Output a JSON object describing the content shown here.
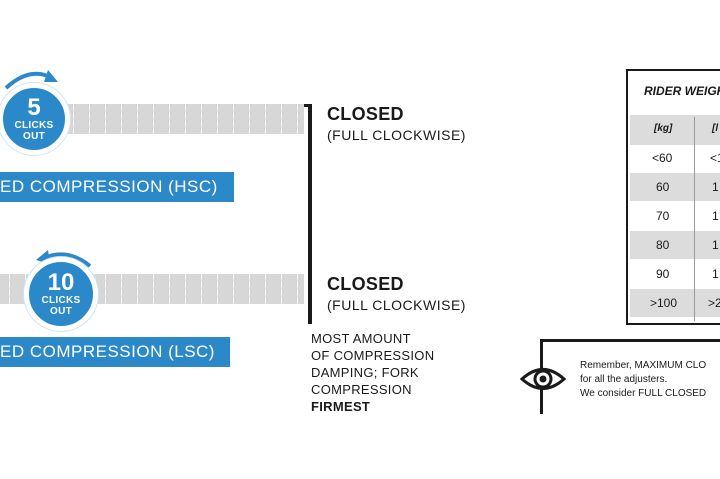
{
  "hsc": {
    "clicks": "5",
    "clicks_label_1": "CLICKS",
    "clicks_label_2": "OUT",
    "bar_label": "ED COMPRESSION (HSC)",
    "closed_title": "CLOSED",
    "closed_sub": "(FULL CLOCKWISE)"
  },
  "lsc": {
    "clicks": "10",
    "clicks_label_1": "CLICKS",
    "clicks_label_2": "OUT",
    "bar_label": "ED COMPRESSION (LSC)",
    "closed_title": "CLOSED",
    "closed_sub": "(FULL CLOCKWISE)"
  },
  "description": {
    "line1": "MOST AMOUNT",
    "line2": "OF COMPRESSION",
    "line3": "DAMPING; FORK",
    "line4": "COMPRESSION",
    "line5": "FIRMEST"
  },
  "table": {
    "title": "RIDER WEIGH",
    "headers": [
      "[kg]",
      "[l"
    ],
    "rows": [
      [
        "<60",
        "<1"
      ],
      [
        "60",
        "1"
      ],
      [
        "70",
        "1"
      ],
      [
        "80",
        "1"
      ],
      [
        "90",
        "1"
      ],
      [
        ">100",
        ">2"
      ]
    ]
  },
  "notice": {
    "line1": "Remember, MAXIMUM CLO",
    "line2": "for all the adjusters.",
    "line3": "We consider FULL CLOSED"
  },
  "colors": {
    "accent_blue": "#2b89c9",
    "strip_grey": "#d7d7d7",
    "row_shade": "#dcdcdc"
  }
}
